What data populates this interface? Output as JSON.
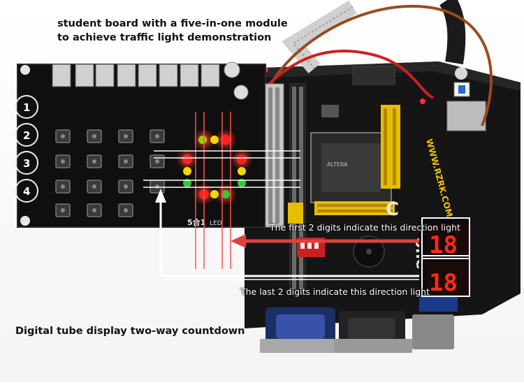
{
  "image": {
    "title_text": "student board with a five-in-one module\nto achieve traffic light demonstration",
    "bottom_caption": "Digital tube display two-way countdown",
    "callouts": [
      "The first 2 digits indicate this direction light",
      "The last 2 digits indicate this direction light"
    ],
    "key_labels": [
      "1",
      "2",
      "3",
      "4"
    ],
    "display_values": [
      "18",
      "18"
    ],
    "colors": {
      "board": "#111111",
      "arrow": "#e04040",
      "led_red": "#ff2020",
      "led_yellow": "#f2d800",
      "led_green": "#36c832",
      "header_yellow": "#f2c800",
      "seg_red": "#ff2a1a",
      "wire_brown": "#9a4a1e",
      "wire_red": "#cc2020",
      "box_outline": "#ffffff"
    },
    "icons": [
      "white-arrow-icon",
      "red-arrow-icon"
    ]
  }
}
